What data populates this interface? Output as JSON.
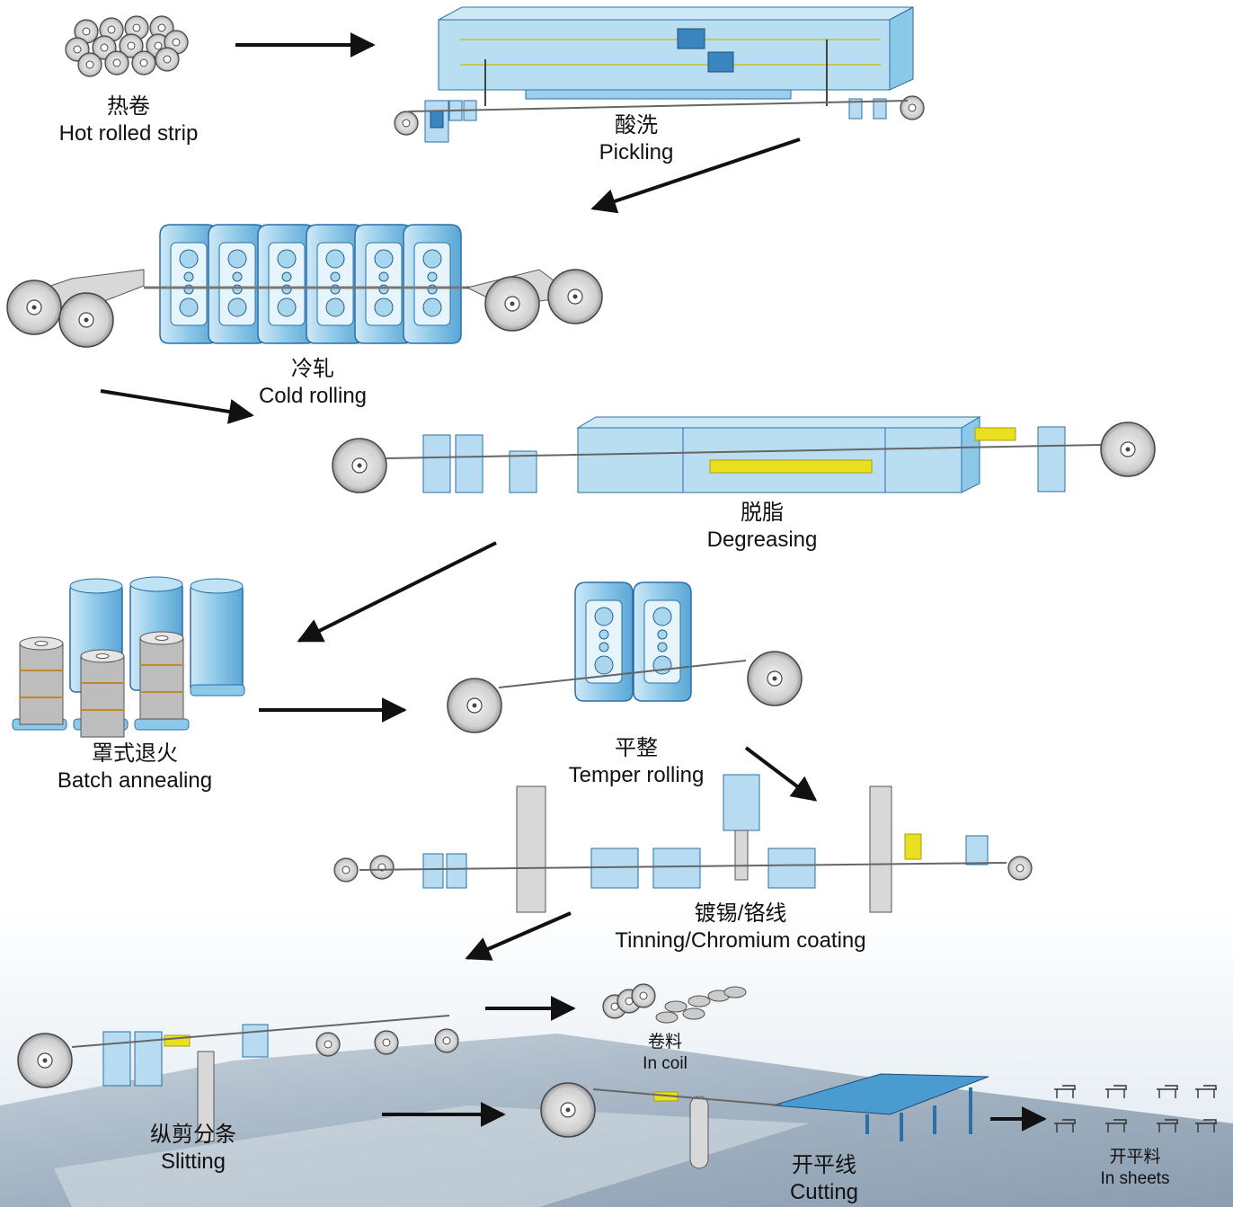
{
  "stages": {
    "hot_rolled": {
      "zh": "热卷",
      "en": "Hot rolled strip"
    },
    "pickling": {
      "zh": "酸洗",
      "en": "Pickling"
    },
    "cold_rolling": {
      "zh": "冷轧",
      "en": "Cold rolling"
    },
    "degreasing": {
      "zh": "脱脂",
      "en": "Degreasing"
    },
    "batch": {
      "zh": "罩式退火",
      "en": "Batch annealing"
    },
    "temper": {
      "zh": "平整",
      "en": "Temper rolling"
    },
    "tinning": {
      "zh": "镀锡/铬线",
      "en": "Tinning/Chromium coating"
    },
    "in_coil": {
      "zh": "卷料",
      "en": "In coil"
    },
    "slitting": {
      "zh": "纵剪分条",
      "en": "Slitting"
    },
    "cutting": {
      "zh": "开平线",
      "en": "Cutting"
    },
    "in_sheets": {
      "zh": "开平料",
      "en": "In sheets"
    }
  },
  "colors": {
    "equipment_blue": "#8cc8e8",
    "equipment_dark": "#2a6fa8",
    "coil_grey": "#c8c8c8",
    "accent_yellow": "#e8e020",
    "arrow": "#111111",
    "background_photo": "#9fb4c8"
  }
}
